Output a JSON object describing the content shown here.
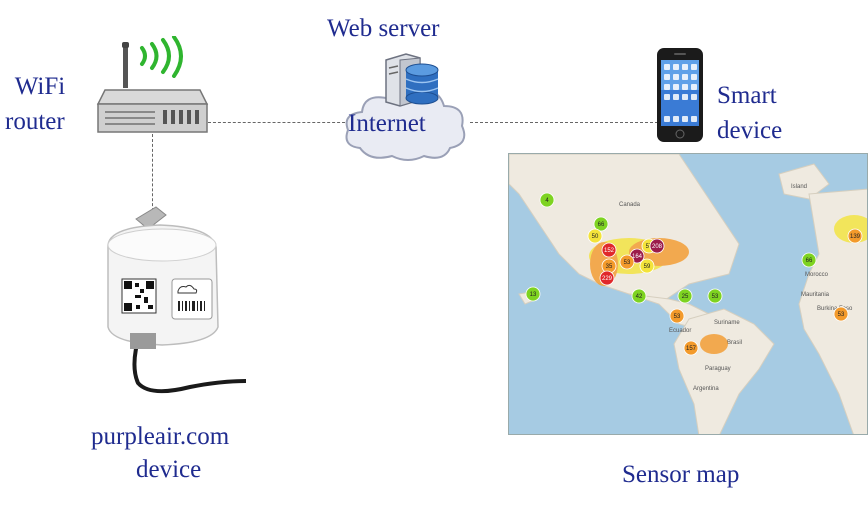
{
  "labels": {
    "wifi_router_line1": "WiFi",
    "wifi_router_line2": "router",
    "web_server": "Web server",
    "internet": "Internet",
    "smart_device_line1": "Smart",
    "smart_device_line2": "device",
    "purpleair_line1": "purpleair.com",
    "purpleair_line2": "device",
    "sensor_map": "Sensor map"
  },
  "map": {
    "place_labels": [
      "Canada",
      "Island",
      "Morocco",
      "Mauritania",
      "Burkina Faso",
      "Suriname",
      "Ecuador",
      "Brasil",
      "Paraguay",
      "Argentina"
    ],
    "marker_values": [
      "4",
      "66",
      "50",
      "57",
      "152",
      "208",
      "164",
      "53",
      "35",
      "59",
      "229",
      "42",
      "25",
      "53",
      "53",
      "13",
      "157",
      "66",
      "139",
      "53"
    ]
  },
  "colors": {
    "label_blue": "#1f2b8f",
    "ocean": "#a6cbe3",
    "land": "#efeae0",
    "wifi_green": "#2fb52f",
    "marker_green": "#7ed321",
    "marker_yellow": "#f3e33a",
    "marker_orange": "#f39a2b",
    "marker_red": "#e0282a",
    "marker_purple": "#9b1b4a"
  },
  "icons": [
    "wifi-signal-icon",
    "router-icon",
    "server-icon",
    "database-icon",
    "cloud-icon",
    "smartphone-icon",
    "sensor-device-icon"
  ]
}
